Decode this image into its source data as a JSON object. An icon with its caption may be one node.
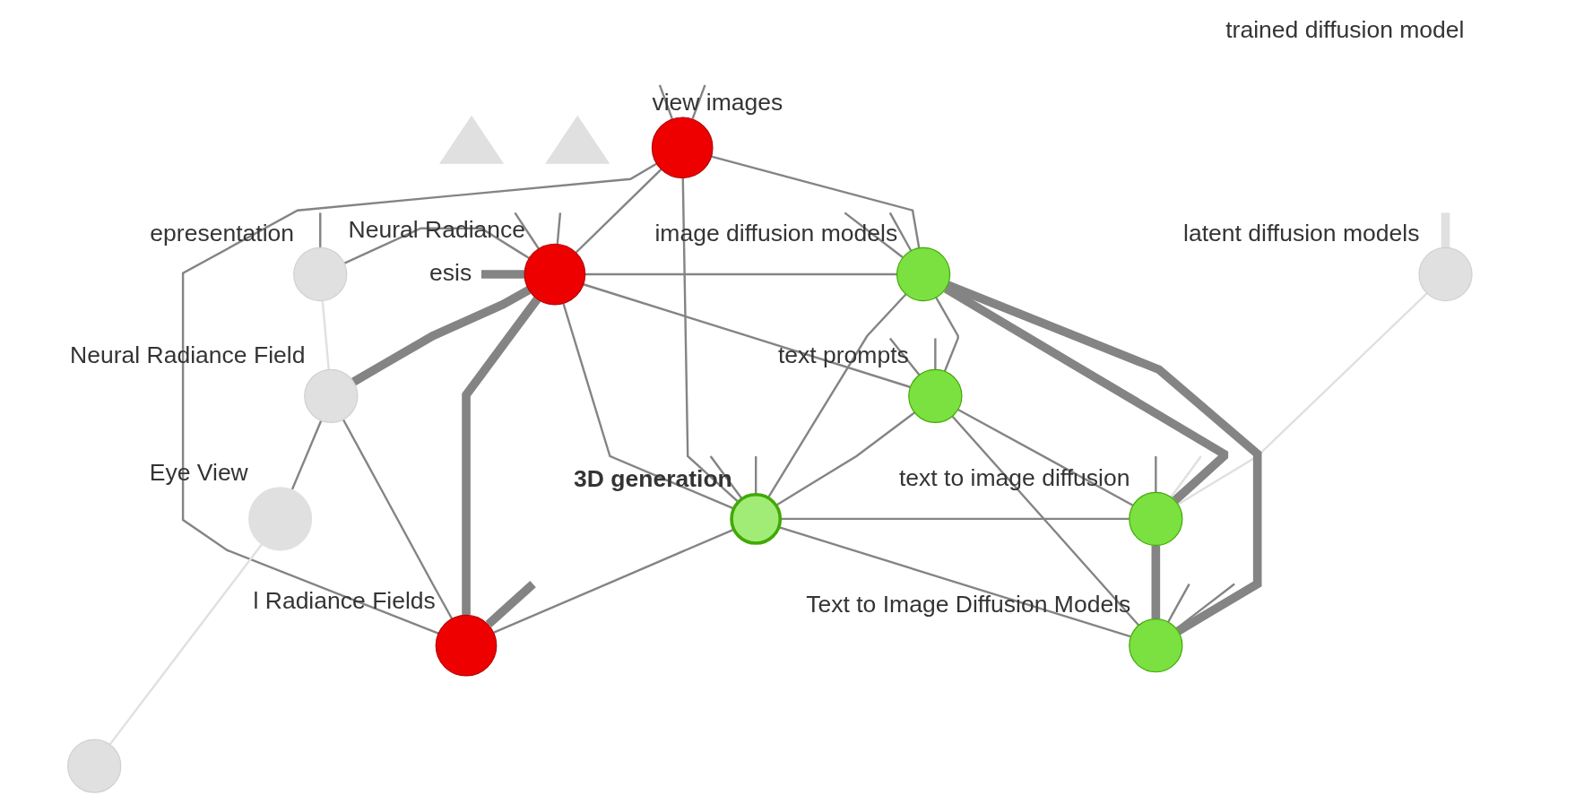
{
  "diagram": {
    "nodes": [
      {
        "text": [],
        "shape": "triangle"
      },
      {
        "text": [],
        "shape": "triangle"
      },
      {
        "text": [
          "view images"
        ]
      },
      {
        "text": [
          "esis"
        ]
      },
      {
        "text": [
          "latent diffusion models"
        ]
      },
      {
        "text": [
          "image diffusion models"
        ]
      },
      {
        "text": [
          "Neural Radiance"
        ]
      },
      {
        "text": [
          "epresentation"
        ]
      },
      {
        "text": [
          "Neural Radiance Field"
        ]
      },
      {
        "text": [
          "text prompts"
        ]
      },
      {
        "text": [
          "text to image diffusion"
        ]
      },
      {
        "text": [
          "3D generation"
        ]
      },
      {
        "text": [
          "Eye View"
        ]
      },
      {
        "text": [
          "l Radiance Fields"
        ]
      },
      {
        "text": [
          "Text to Image Diffusion Models"
        ]
      },
      {
        "text": [],
        "shape": "circle"
      }
    ],
    "edges": [
      {
        "from": 6,
        "to": 13,
        "arrow": "none",
        "style": "thick"
      },
      {
        "from": 8,
        "to": 6,
        "arrow": "none",
        "style": "thick"
      },
      {
        "from": 13,
        "to": 8,
        "arrow": "none"
      },
      {
        "from": 13,
        "to": 2,
        "arrow": "none"
      },
      {
        "from": 13,
        "to": 11,
        "arrow": "none"
      },
      {
        "from": 2,
        "to": 6,
        "arrow": "none"
      },
      {
        "from": 2,
        "to": 11,
        "arrow": "none"
      },
      {
        "from": 2,
        "to": 5,
        "arrow": "none"
      },
      {
        "from": 6,
        "to": 11,
        "arrow": "none"
      },
      {
        "from": 6,
        "to": 9,
        "arrow": "none"
      },
      {
        "from": 6,
        "to": 5,
        "arrow": "none"
      },
      {
        "from": 7,
        "to": 6,
        "arrow": "none"
      },
      {
        "from": 7,
        "to": 8,
        "arrow": "none",
        "color": "#e0e0e0"
      },
      {
        "from": 12,
        "to": 8,
        "arrow": "none"
      },
      {
        "from": 12,
        "to": 15,
        "arrow": "none",
        "color": "#e0e0e0"
      },
      {
        "from": 11,
        "to": 9,
        "arrow": "none"
      },
      {
        "from": 11,
        "to": 14,
        "arrow": "none"
      },
      {
        "from": 11,
        "to": 10,
        "arrow": "none"
      },
      {
        "from": 11,
        "to": 5,
        "arrow": "none"
      },
      {
        "from": 9,
        "to": 14,
        "arrow": "none"
      },
      {
        "from": 9,
        "to": 10,
        "arrow": "none"
      },
      {
        "from": 9,
        "to": 5,
        "arrow": "none"
      },
      {
        "from": 14,
        "to": 10,
        "arrow": "none",
        "style": "thick"
      },
      {
        "from": 14,
        "to": 5,
        "arrow": "none",
        "style": "thick"
      },
      {
        "from": 5,
        "to": 10,
        "arrow": "none",
        "style": "thick"
      },
      {
        "from": 4,
        "to": 10,
        "arrow": "none",
        "color": "#e0e0e0"
      },
      {
        "from": 3,
        "to": 6,
        "arrow": "none",
        "style": "thick"
      },
      {
        "from": 4,
        "to": null,
        "arrow": "none",
        "style": "thick",
        "color": "#e0e0e0"
      },
      {
        "from": 2,
        "to": null,
        "arrow": "none"
      },
      {
        "from": 2,
        "to": null,
        "arrow": "none"
      },
      {
        "from": 6,
        "to": null,
        "arrow": "none"
      },
      {
        "from": 6,
        "to": null,
        "arrow": "none"
      },
      {
        "from": 13,
        "to": null,
        "arrow": "none",
        "style": "thick"
      },
      {
        "from": 11,
        "to": null,
        "arrow": "none"
      },
      {
        "from": 11,
        "to": null,
        "arrow": "none"
      },
      {
        "from": 14,
        "to": null,
        "arrow": "none"
      },
      {
        "from": 14,
        "to": null,
        "arrow": "none"
      },
      {
        "from": 5,
        "to": null,
        "arrow": "none"
      },
      {
        "from": 5,
        "to": null,
        "arrow": "none"
      },
      {
        "from": 10,
        "to": null,
        "arrow": "none",
        "color": "#e0e0e0"
      },
      {
        "from": 10,
        "to": null,
        "arrow": "none"
      },
      {
        "from": 9,
        "to": null,
        "arrow": "none"
      },
      {
        "from": 9,
        "to": null,
        "arrow": "none"
      },
      {
        "from": 7,
        "to": null,
        "arrow": "none"
      }
    ],
    "labels": [
      "trained diffusion model"
    ]
  }
}
